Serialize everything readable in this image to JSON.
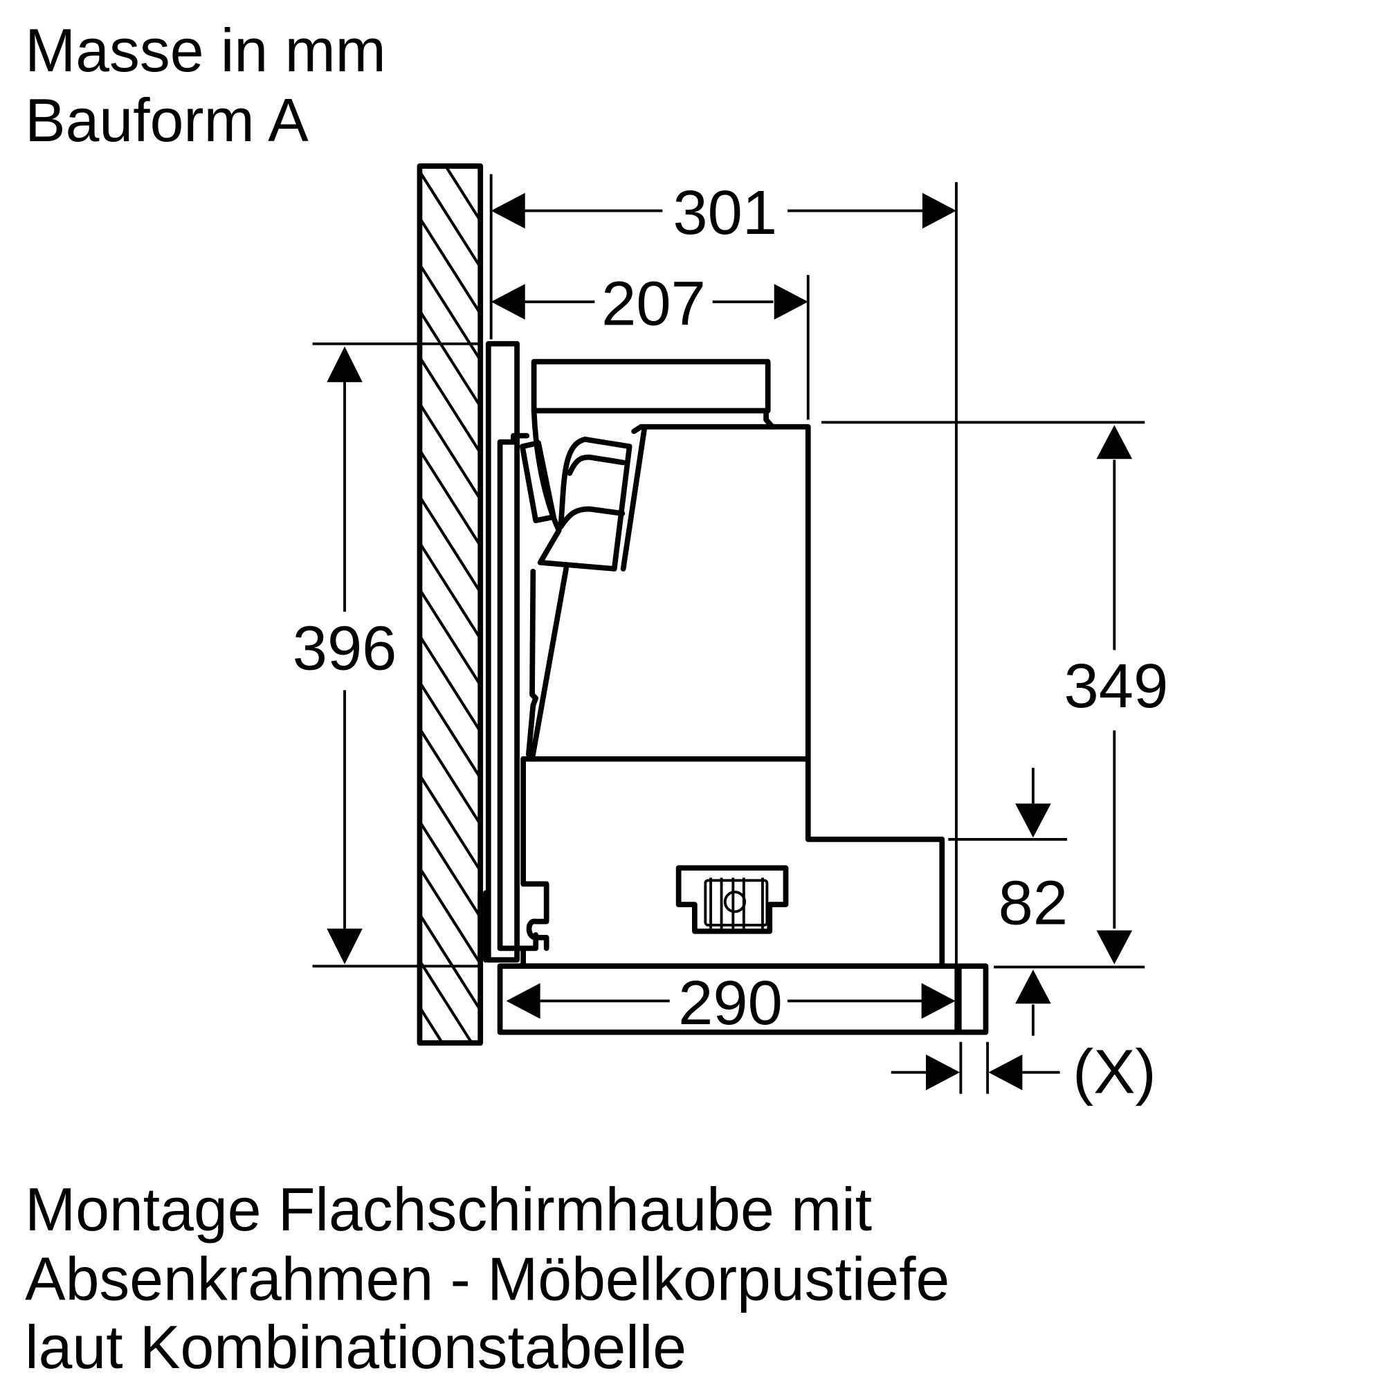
{
  "header": {
    "line1": "Masse in mm",
    "line2": "Bauform A"
  },
  "dimensions": {
    "total_depth": "301",
    "top_depth": "207",
    "total_height": "396",
    "hood_height": "349",
    "lower_step_height": "82",
    "frame_width": "290",
    "offset_label": "(X)"
  },
  "caption": {
    "line1": "Montage Flachschirmhaube mit",
    "line2": "Absenkrahmen - Möbelkorpustiefe",
    "line3": "laut Kombinationstabelle"
  },
  "colors": {
    "ink": "#000000",
    "background": "#ffffff"
  }
}
